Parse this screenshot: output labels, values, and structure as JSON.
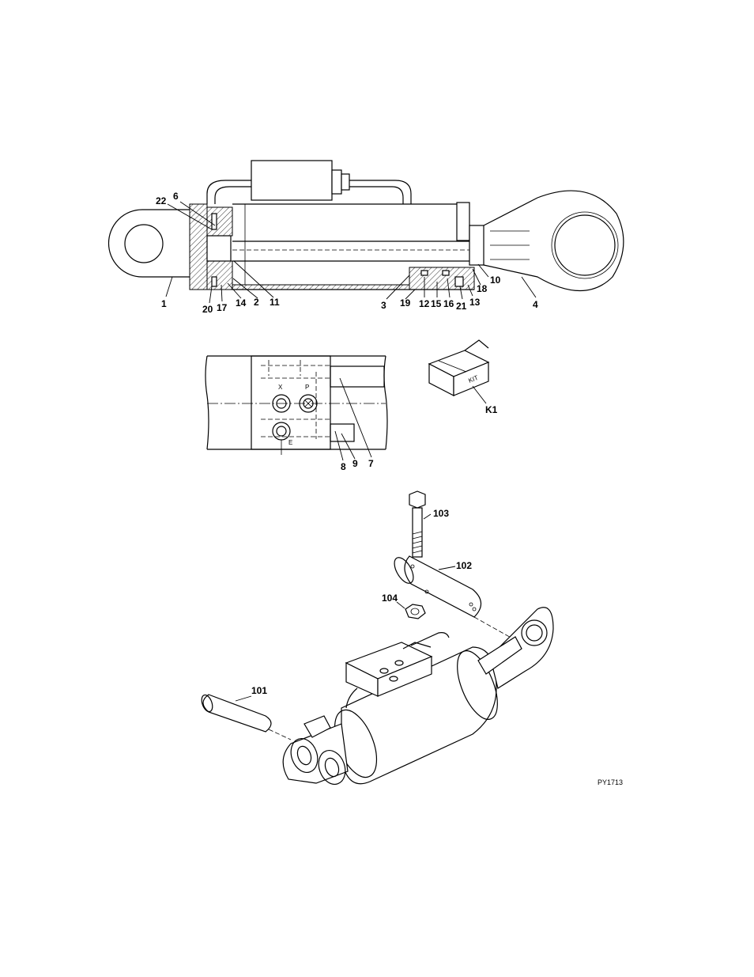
{
  "figure_id": "PY1713",
  "kit_box_text": "KIT",
  "callouts": {
    "c1": "1",
    "c2": "2",
    "c3": "3",
    "c4": "4",
    "c6": "6",
    "c10": "10",
    "c11": "11",
    "c12": "12",
    "c13": "13",
    "c14": "14",
    "c15": "15",
    "c16": "16",
    "c17": "17",
    "c18": "18",
    "c19": "19",
    "c20": "20",
    "c21": "21",
    "c22": "22",
    "c7": "7",
    "c8": "8",
    "c9": "9",
    "k1": "K1",
    "c101": "101",
    "c102": "102",
    "c103": "103",
    "c104": "104"
  },
  "valve_port_labels": {
    "x": "X",
    "p": "P",
    "e": "E"
  }
}
